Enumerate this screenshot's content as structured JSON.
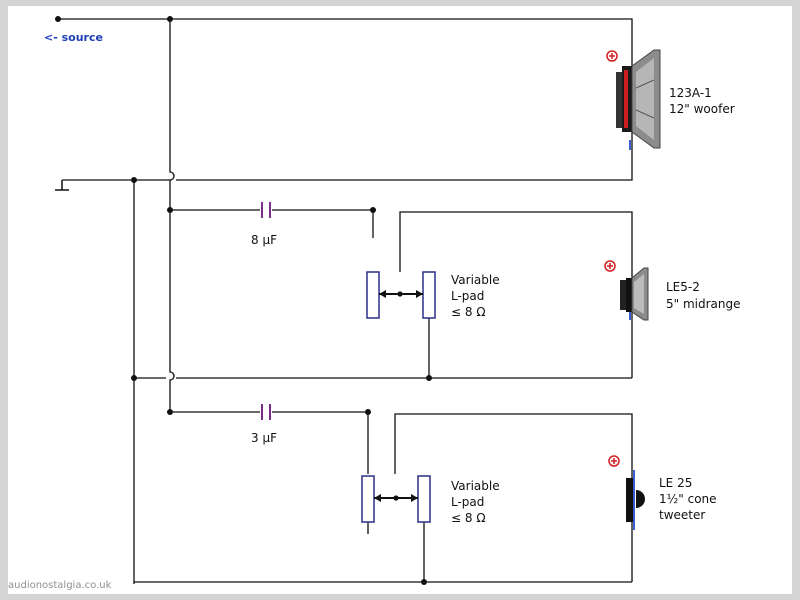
{
  "source_label": "<- source",
  "woofer": {
    "model": "123A-1",
    "desc": "12\" woofer"
  },
  "midrange": {
    "model": "LE5-2",
    "desc": "5\" midrange"
  },
  "tweeter": {
    "model": "LE 25",
    "desc1": "1½\" cone",
    "desc2": "tweeter"
  },
  "cap_mid": "8 µF",
  "cap_tweet": "3 µF",
  "lpad": {
    "line1": "Variable",
    "line2": "L-pad",
    "line3": "≤ 8 Ω"
  },
  "watermark": "audionostalgia.co.uk",
  "colors": {
    "wire": "#111111",
    "capacitor": "#7a2a8a",
    "polarity": "#d02020",
    "source_text": "#1b3fb8",
    "pot_body": "#2a2f88"
  }
}
